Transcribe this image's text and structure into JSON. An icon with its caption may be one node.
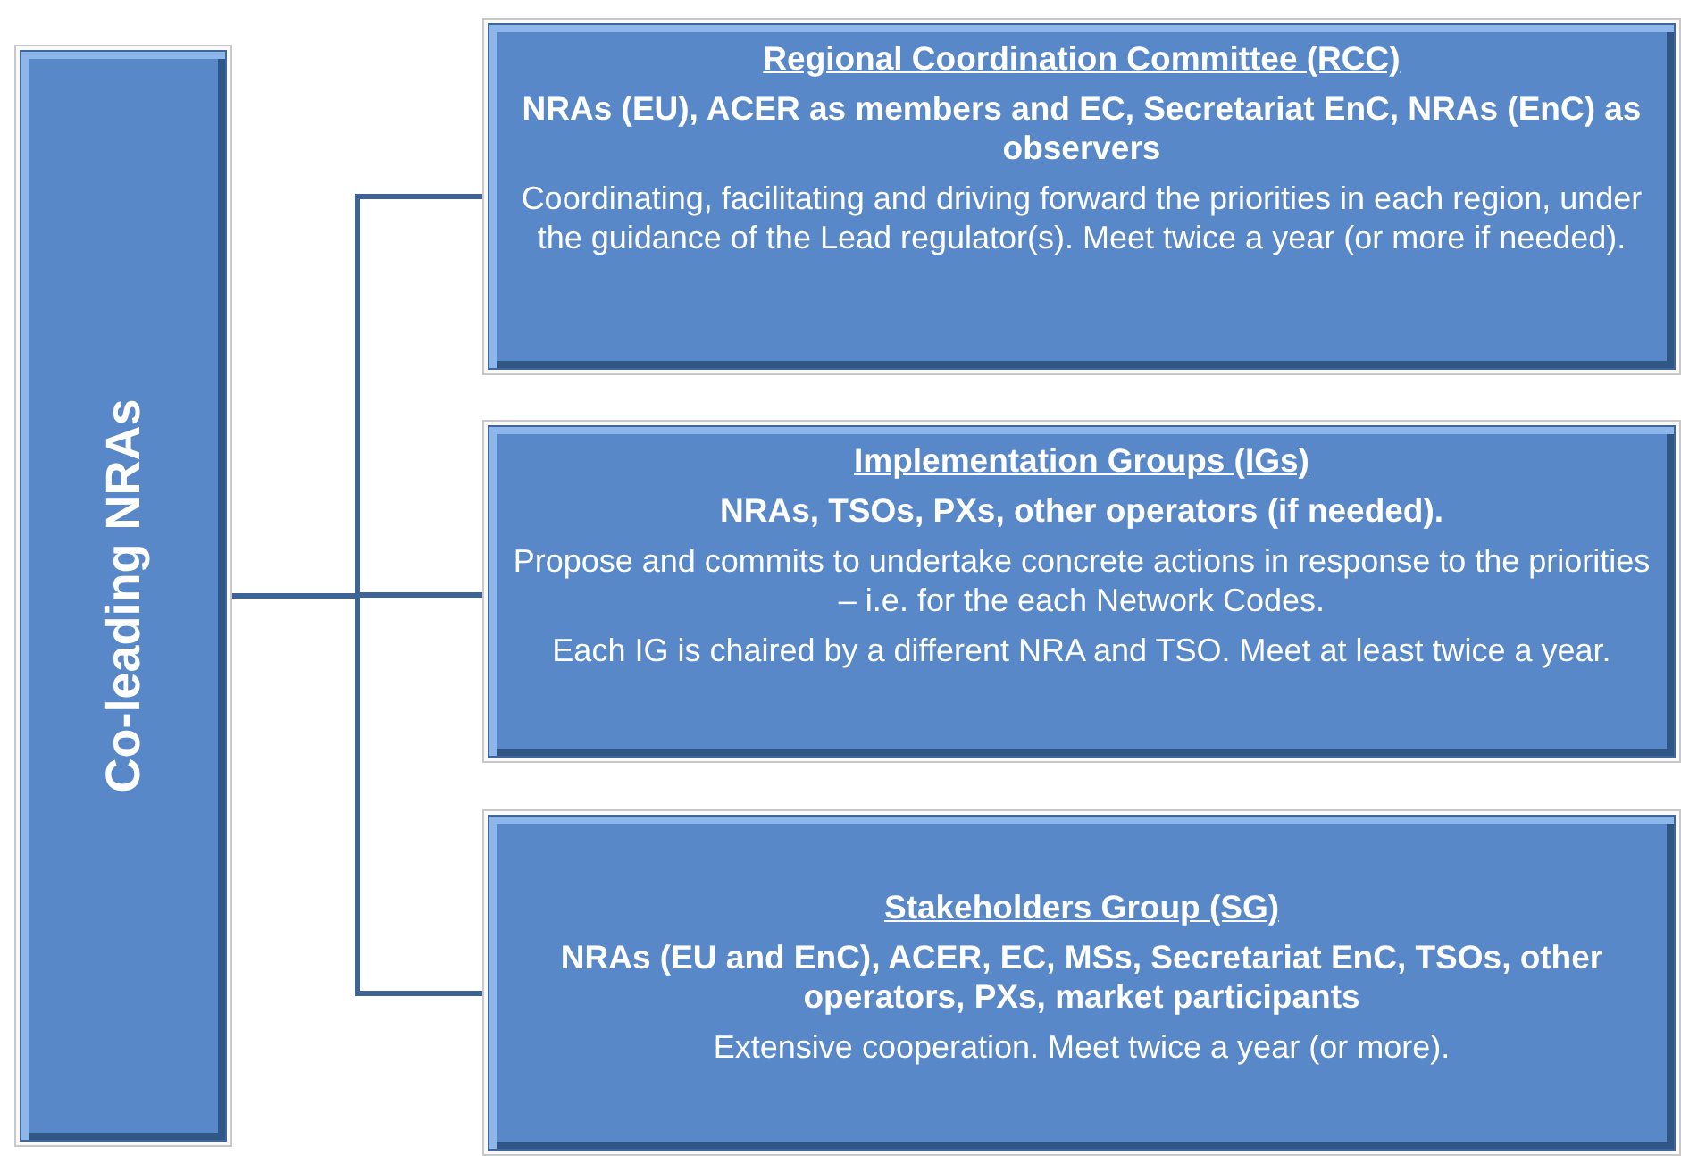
{
  "diagram": {
    "nodes": [
      {
        "text": [
          "Co-leading NRAs"
        ]
      },
      {
        "text": [
          "Regional Coordination Committee (RCC)",
          "NRAs (EU), ACER as members and EC, Secretariat EnC, NRAs (EnC) as observers",
          "Coordinating, facilitating and driving forward the priorities in each region, under the guidance of the Lead regulator(s). Meet twice a year (or more if needed)."
        ]
      },
      {
        "text": [
          "Implementation Groups (IGs)",
          "NRAs, TSOs, PXs, other operators (if needed).",
          "Propose and commits to undertake concrete actions in response to the priorities – i.e. for the each Network Codes.",
          "Each IG is chaired by a different NRA and TSO. Meet at least twice a year."
        ]
      },
      {
        "text": [
          "Stakeholders Group (SG)",
          "NRAs (EU and EnC), ACER, EC, MSs, Secretariat EnC, TSOs, other operators, PXs, market participants",
          "Extensive cooperation. Meet twice a year (or more)."
        ]
      }
    ],
    "edges": [
      {
        "from": 0,
        "to": 1,
        "arrow": "none"
      },
      {
        "from": 0,
        "to": 2,
        "arrow": "none"
      },
      {
        "from": 0,
        "to": 3,
        "arrow": "none"
      }
    ]
  }
}
